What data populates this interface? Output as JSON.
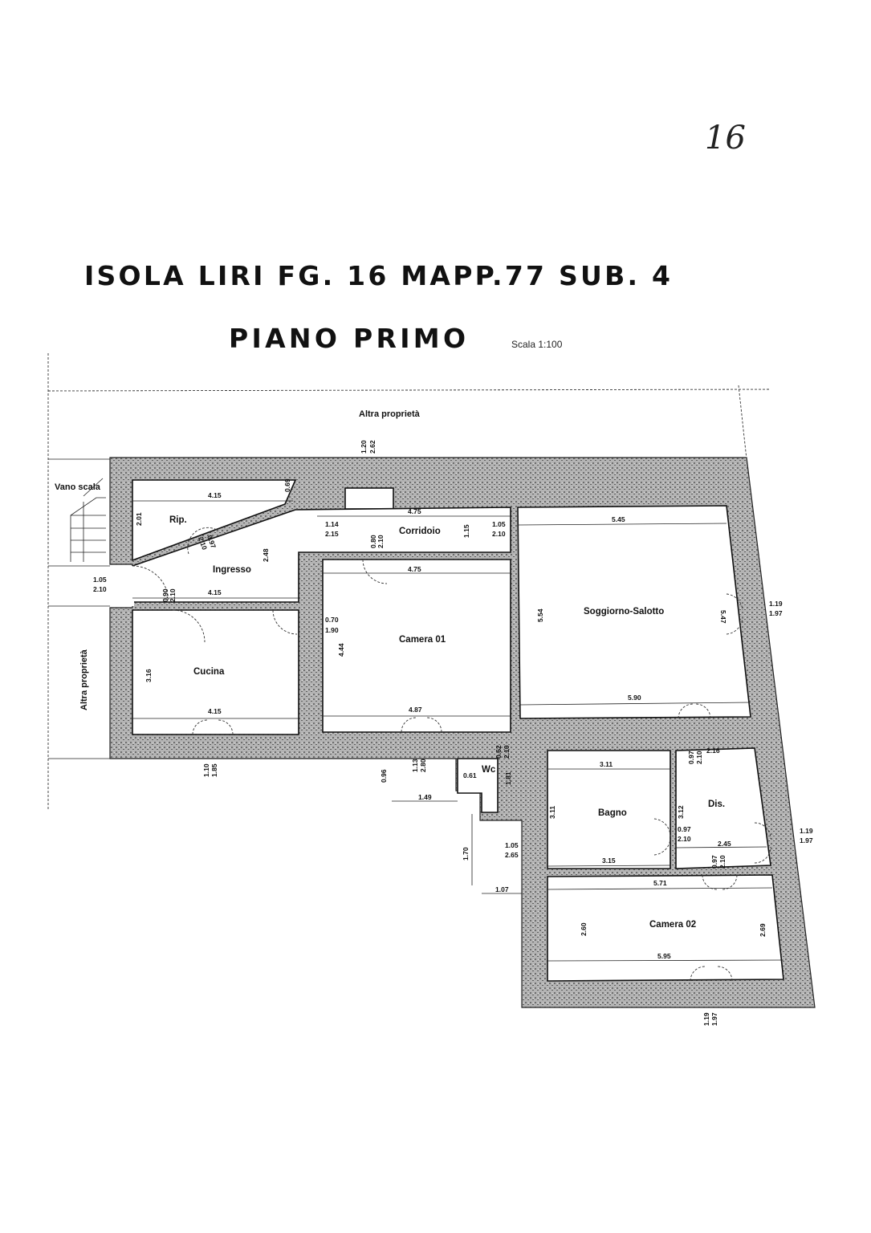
{
  "page_number": "16",
  "header": {
    "title": "ISOLA LIRI FG. 16 MAPP.77 SUB. 4",
    "subtitle": "PIANO PRIMO",
    "scale": "Scala 1:100"
  },
  "labels": {
    "top_neighbor": "Altra proprietà",
    "left_neighbor": "Altra proprietà",
    "stairwell": "Vano scala"
  },
  "rooms": [
    "Rip.",
    "Ingresso",
    "Corridoio",
    "Cucina",
    "Camera 01",
    "Soggiorno-Salotto",
    "Wc",
    "Bagno",
    "Dis.",
    "Camera 02"
  ],
  "dimensions": [
    "1.20",
    "2.62",
    "4.15",
    "0.69",
    "2.01",
    "0.97",
    "2.10",
    "2.48",
    "4.15",
    "0.90",
    "2.10",
    "1.05",
    "2.10",
    "1.14",
    "2.15",
    "4.75",
    "0.80",
    "2.10",
    "1.15",
    "1.05",
    "2.10",
    "4.75",
    "0.70",
    "1.90",
    "4.44",
    "4.87",
    "3.16",
    "4.15",
    "1.10",
    "1.85",
    "1.13",
    "2.80",
    "0.62",
    "2.10",
    "5.45",
    "5.54",
    "5.47",
    "5.90",
    "1.19",
    "1.97",
    "0.61",
    "1.81",
    "0.96",
    "1.49",
    "1.70",
    "1.07",
    "1.05",
    "2.65",
    "3.11",
    "3.11",
    "3.15",
    "0.97",
    "2.10",
    "2.16",
    "3.12",
    "0.97",
    "2.10",
    "2.45",
    "1.19",
    "1.97",
    "0.97",
    "2.10",
    "5.71",
    "2.60",
    "2.69",
    "5.95",
    "1.19",
    "1.97"
  ]
}
